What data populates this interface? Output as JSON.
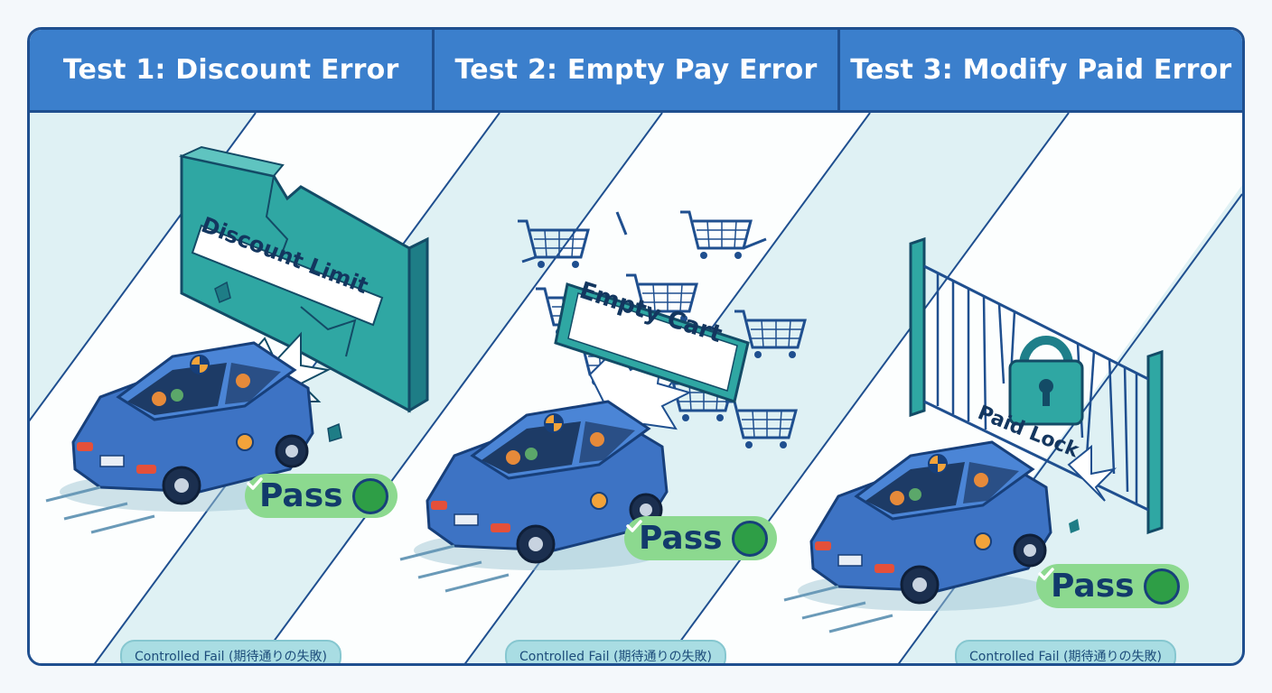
{
  "tests": [
    {
      "title": "Test 1: Discount Error",
      "obstacle_label": "Discount Limit",
      "obstacle_icon": "broken-wall-icon",
      "result": "Pass",
      "note": "Controlled Fail (期待通りの失敗)"
    },
    {
      "title": "Test 2: Empty Pay Error",
      "obstacle_label": "Empty Cart",
      "obstacle_icon": "shopping-cart-icon",
      "result": "Pass",
      "note": "Controlled Fail (期待通りの失敗)"
    },
    {
      "title": "Test 3: Modify Paid Error",
      "obstacle_label": "Paid Lock",
      "obstacle_icon": "padlock-icon",
      "result": "Pass",
      "note": "Controlled Fail (期待通りの失敗)"
    }
  ],
  "colors": {
    "header_bg": "#3b7fcc",
    "frame_border": "#1f4f8f",
    "car_body": "#3d73c4",
    "wall": "#2fa7a3",
    "pass_badge": "#8cd98f",
    "check": "#2e9e46"
  }
}
